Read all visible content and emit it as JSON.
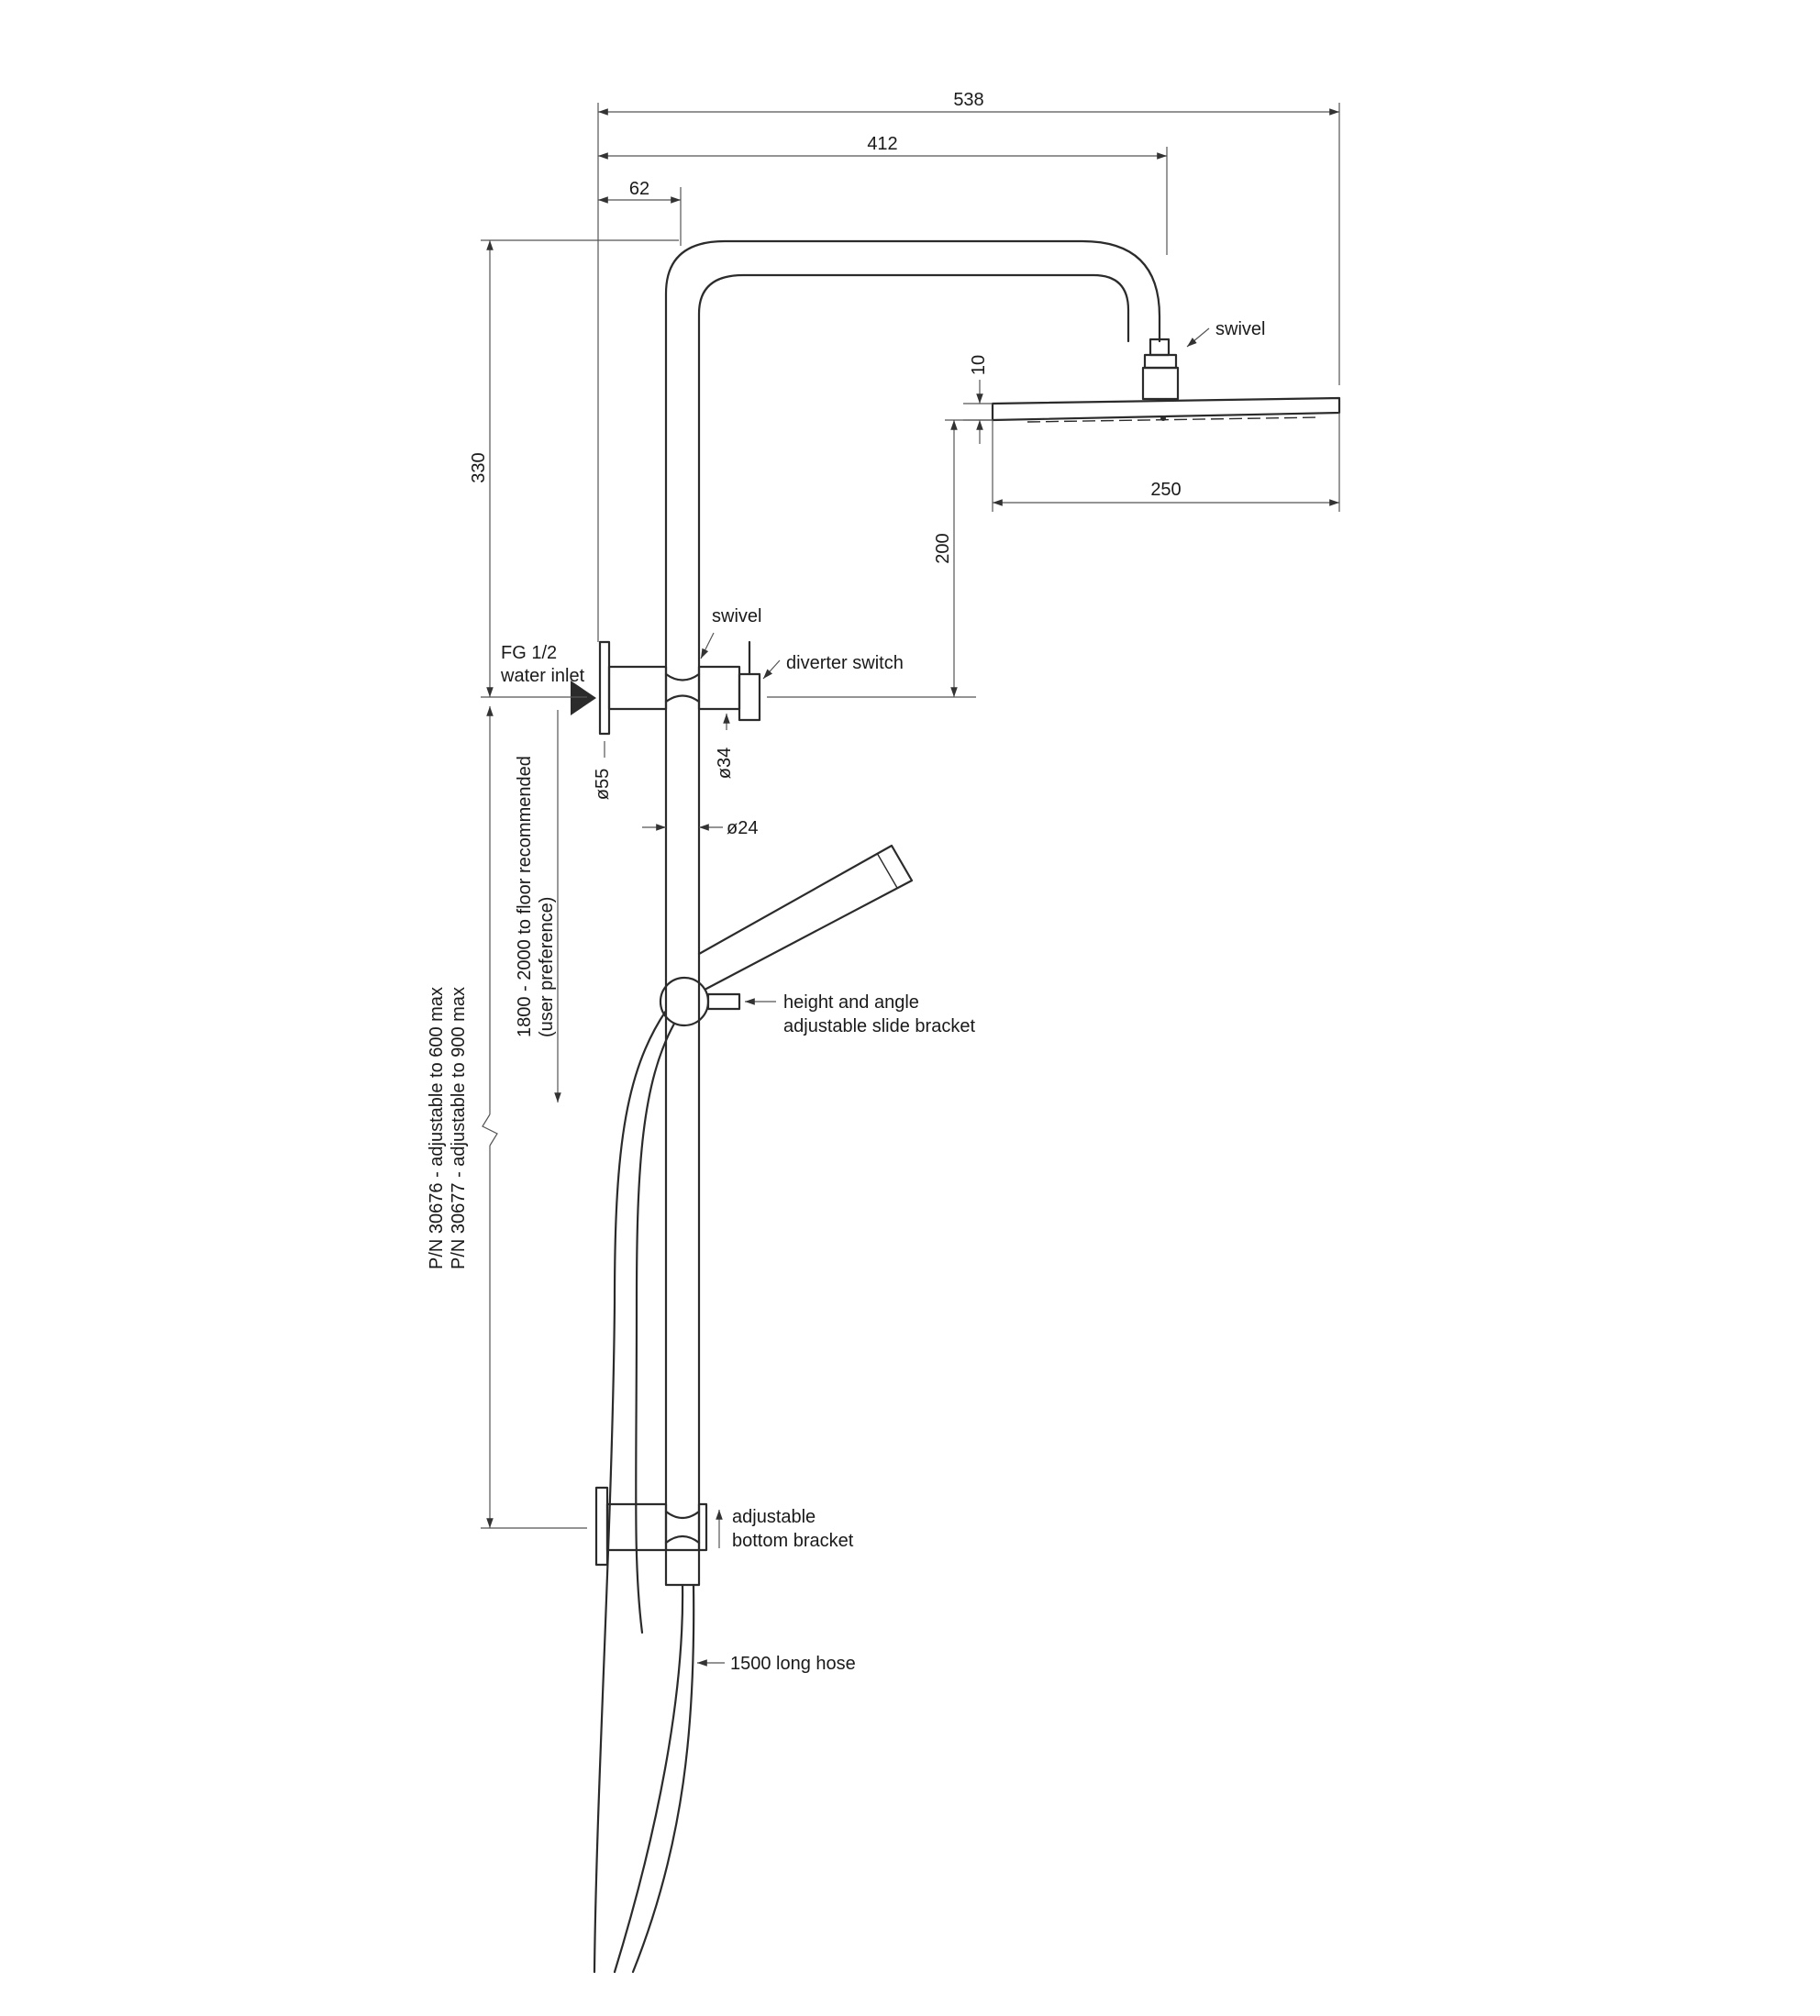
{
  "dimensions": {
    "overall_width": "538",
    "arm_reach": "412",
    "offset": "62",
    "head_thickness": "10",
    "head_diameter": "250",
    "head_to_diverter": "200",
    "rail_top": "330",
    "flange_diameter": "ø55",
    "diverter_diameter": "ø34",
    "rail_diameter": "ø24"
  },
  "labels": {
    "swivel_top": "swivel",
    "swivel_mid": "swivel",
    "inlet_line1": "FG 1/2",
    "inlet_line2": "water inlet",
    "diverter": "diverter switch",
    "floor_line1": "1800 - 2000 to floor recommended",
    "floor_line2": "(user preference)",
    "pn_line1": "P/N 30676 - adjustable to 600 max",
    "pn_line2": "P/N 30677 - adjustable to 900 max",
    "slide_line1": "height and angle",
    "slide_line2": "adjustable slide bracket",
    "bottom_line1": "adjustable",
    "bottom_line2": "bottom bracket",
    "hose": "1500 long hose"
  },
  "colors": {
    "line": "#2b2b2b",
    "dimension": "#555555",
    "text": "#1a1a1a"
  }
}
